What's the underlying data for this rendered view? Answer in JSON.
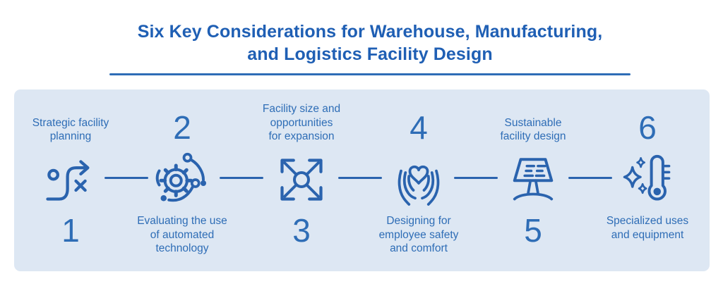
{
  "title": {
    "line1": "Six Key Considerations for Warehouse, Manufacturing,",
    "line2": "and Logistics Facility Design"
  },
  "colors": {
    "title": "#1f5fb4",
    "label_text": "#2e6db6",
    "icon_stroke": "#2a63ae",
    "panel_background": "#dde7f3",
    "underline": "#2e6db6"
  },
  "items": [
    {
      "number": "1",
      "label": "Strategic facility\nplanning",
      "label_position": "top",
      "icon": "strategy-path-icon"
    },
    {
      "number": "2",
      "label": "Evaluating the use\nof automated\ntechnology",
      "label_position": "bottom",
      "icon": "automation-gear-icon"
    },
    {
      "number": "3",
      "label": "Facility size and\nopportunities\nfor expansion",
      "label_position": "top",
      "icon": "expansion-arrows-icon"
    },
    {
      "number": "4",
      "label": "Designing for\nemployee safety\nand comfort",
      "label_position": "bottom",
      "icon": "hands-heart-icon"
    },
    {
      "number": "5",
      "label": "Sustainable\nfacility design",
      "label_position": "top",
      "icon": "solar-panel-icon"
    },
    {
      "number": "6",
      "label": "Specialized uses\nand equipment",
      "label_position": "bottom",
      "icon": "thermometer-sparkle-icon"
    }
  ]
}
